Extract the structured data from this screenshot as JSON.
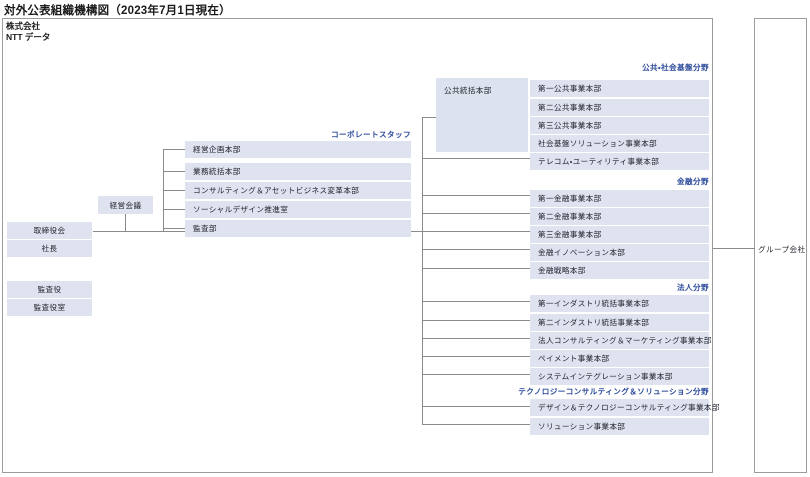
{
  "document": {
    "title": "対外公表組織機構図（2023年7月1日現在）",
    "company_name": "株式会社\nNTT データ"
  },
  "governance": {
    "board_of_directors": "取締役会",
    "president": "社長",
    "auditor": "監査役",
    "auditor_office": "監査役室",
    "management_meeting": "経営会議"
  },
  "sections": {
    "corporate_staff": {
      "label": "コーポレートスタッフ",
      "items": [
        "経営企画本部",
        "業務統括本部",
        "コンサルティング＆アセットビジネス変革本部",
        "ソーシャルデザイン推進室",
        "監査部"
      ]
    },
    "public_social": {
      "label": "公共・社会基盤分野",
      "umbrella": "公共統括本部",
      "items": [
        "第一公共事業本部",
        "第二公共事業本部",
        "第三公共事業本部",
        "社会基盤ソリューション事業本部",
        "テレコム・ユーティリティ事業本部"
      ]
    },
    "finance": {
      "label": "金融分野",
      "items": [
        "第一金融事業本部",
        "第二金融事業本部",
        "第三金融事業本部",
        "金融イノベーション本部",
        "金融戦略本部"
      ]
    },
    "enterprise": {
      "label": "法人分野",
      "items": [
        "第一インダストリ統括事業本部",
        "第二インダストリ統括事業本部",
        "法人コンサルティング＆マーケティング事業本部",
        "ペイメント事業本部",
        "システムインテグレーション事業本部"
      ]
    },
    "technology": {
      "label": "テクノロジーコンサルティング＆ソリューション分野",
      "items": [
        "デザイン＆テクノロジーコンサルティング事業本部",
        "ソリューション事業本部"
      ]
    }
  },
  "group": {
    "label": "グループ会社"
  },
  "colors": {
    "box_fill": "#dfe3f0",
    "section_heading": "#2b4a9b",
    "line": "#8a8a8a",
    "frame": "#9b9b9b"
  }
}
